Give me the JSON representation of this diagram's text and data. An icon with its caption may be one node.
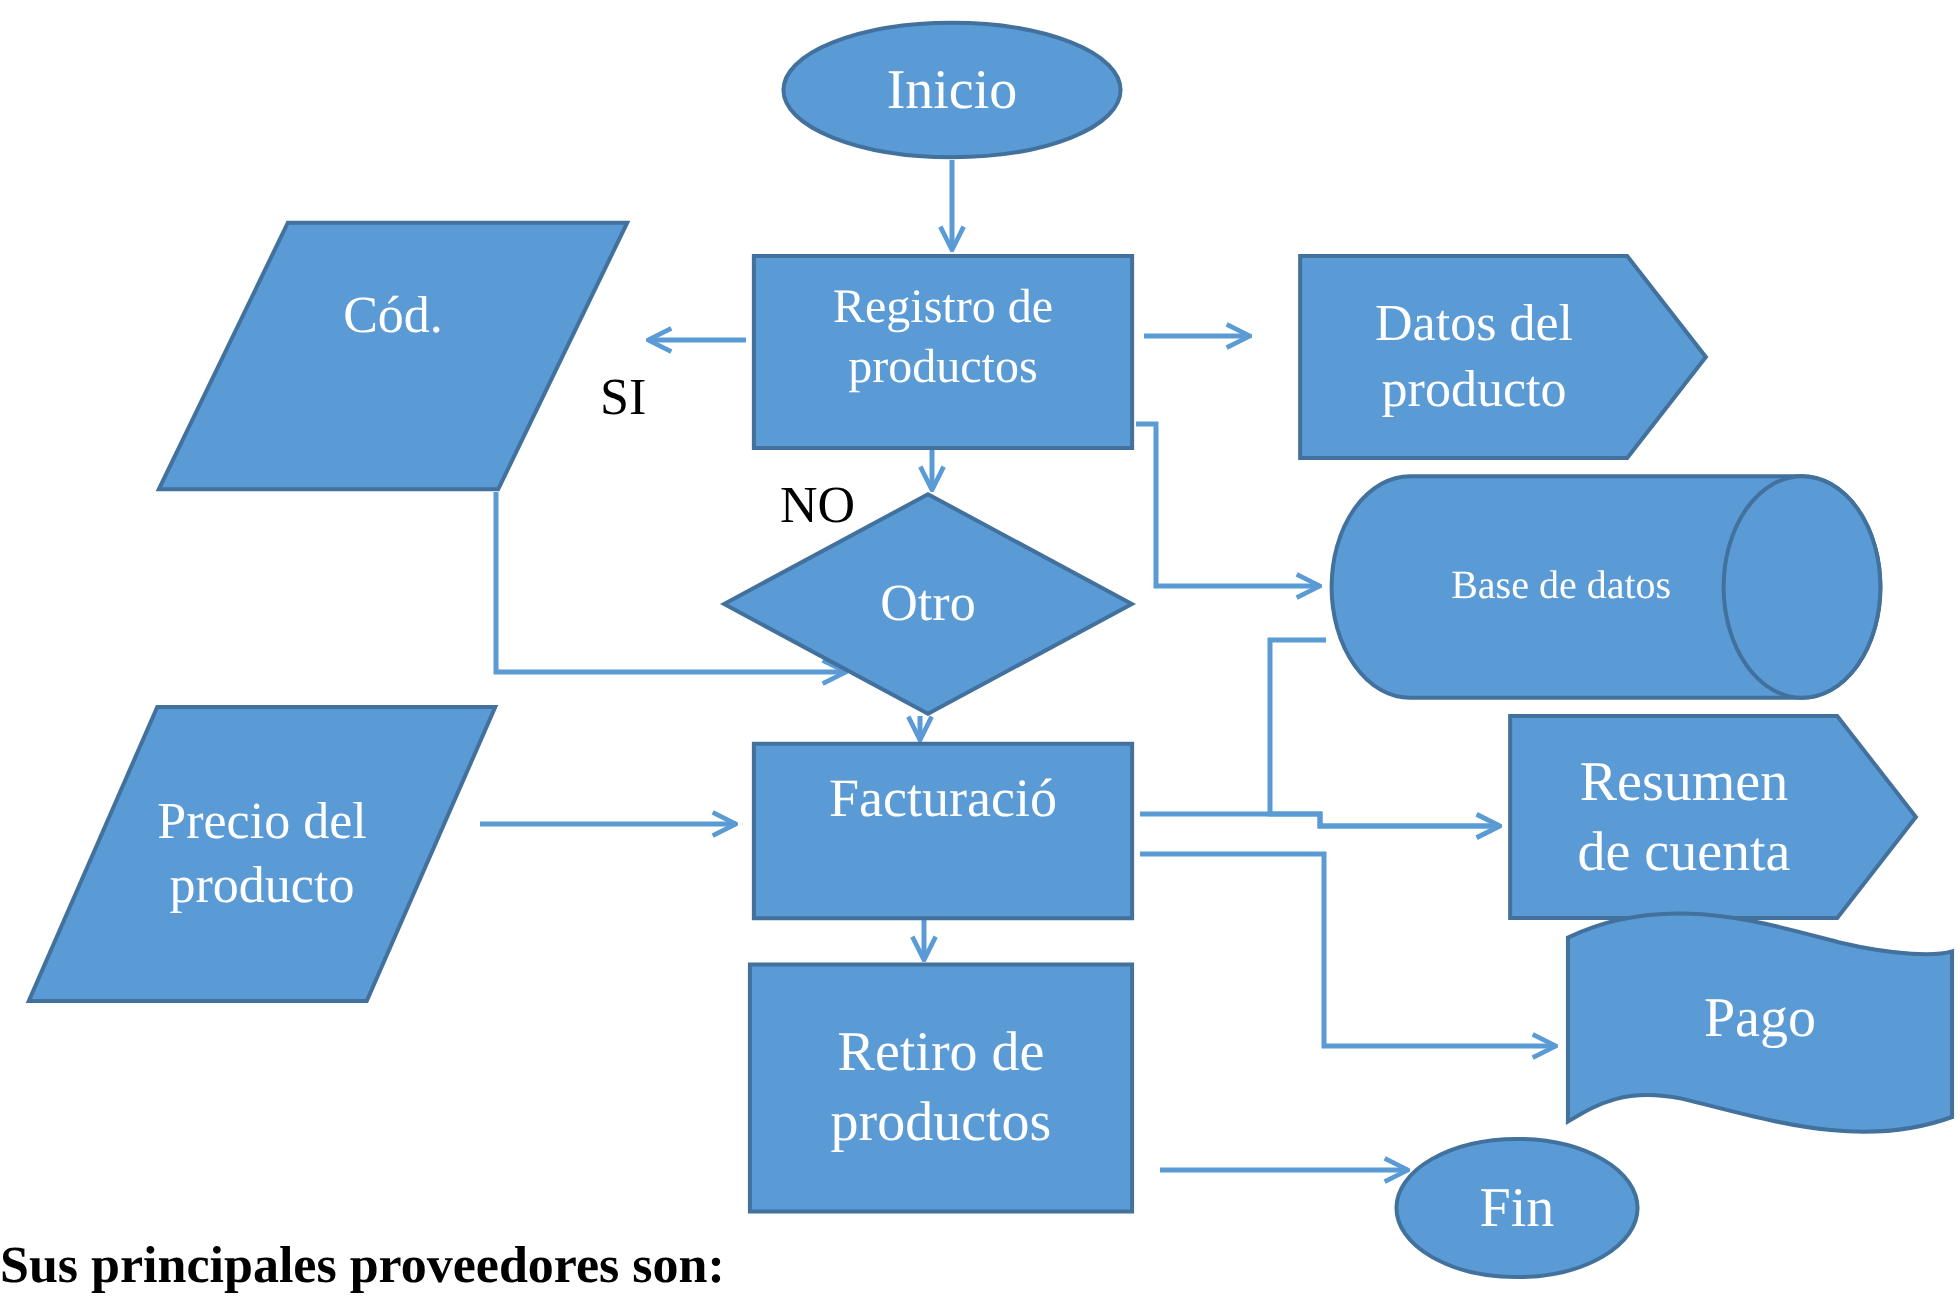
{
  "diagram": {
    "nodes": [
      {
        "text": [
          "Inicio"
        ]
      },
      {
        "text": [
          "Registro de productos"
        ]
      },
      {
        "text": [
          "Cód."
        ]
      },
      {
        "text": [
          "Datos del producto"
        ]
      },
      {
        "text": [
          "Otro"
        ]
      },
      {
        "text": [
          "Base de datos"
        ]
      },
      {
        "text": [
          "Precio del producto"
        ]
      },
      {
        "text": [
          "Facturació"
        ]
      },
      {
        "text": [
          "Resumen de cuenta"
        ]
      },
      {
        "text": [
          "Retiro de productos"
        ]
      },
      {
        "text": [
          "Pago"
        ]
      },
      {
        "text": [
          "Fin"
        ]
      }
    ],
    "edges": [
      {
        "from": 0,
        "to": 1,
        "arrow": "to"
      },
      {
        "from": 1,
        "to": 2,
        "arrow": "to"
      },
      {
        "from": 1,
        "to": 3,
        "arrow": "to"
      },
      {
        "from": 1,
        "to": 4,
        "arrow": "to"
      },
      {
        "from": 1,
        "to": 5,
        "arrow": "to"
      },
      {
        "from": 2,
        "to": 4,
        "arrow": "to"
      },
      {
        "from": 4,
        "to": 7,
        "arrow": "to"
      },
      {
        "from": 6,
        "to": 7,
        "arrow": "to"
      },
      {
        "from": 7,
        "to": 8,
        "arrow": "to"
      },
      {
        "from": 5,
        "to": 8,
        "arrow": "to"
      },
      {
        "from": 7,
        "to": 10,
        "arrow": "to"
      },
      {
        "from": 7,
        "to": 9,
        "arrow": "to"
      },
      {
        "from": 9,
        "to": 11,
        "arrow": "to"
      }
    ],
    "labels": [
      "SI",
      "NO",
      "Sus principales proveedores son:"
    ]
  }
}
